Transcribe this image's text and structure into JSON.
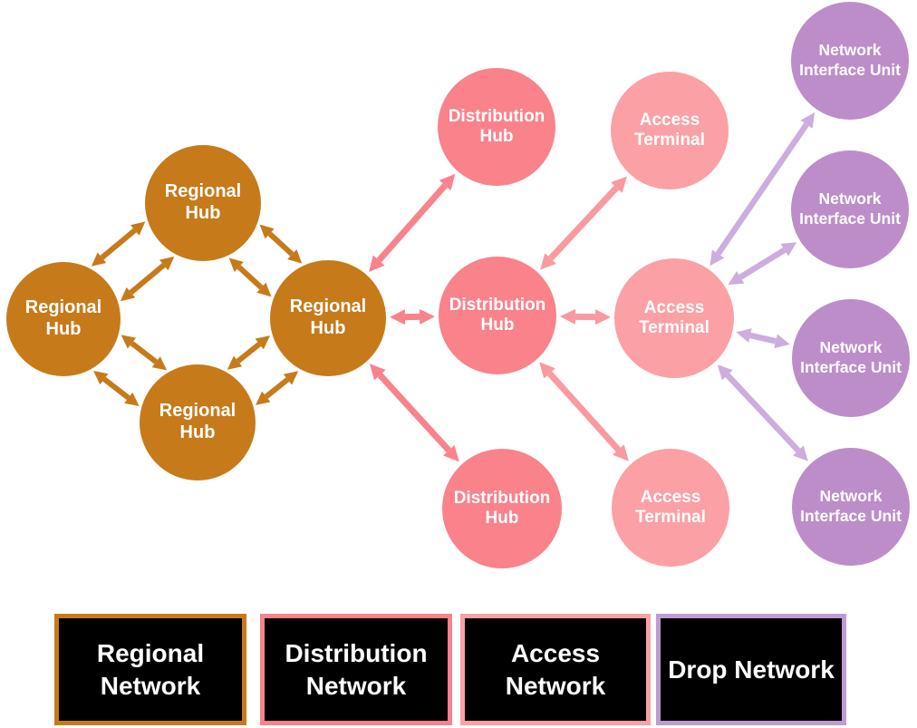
{
  "diagram": {
    "nodes": [
      {
        "id": "rh_left",
        "label": "Regional Hub",
        "type": "regional"
      },
      {
        "id": "rh_top",
        "label": "Regional Hub",
        "type": "regional"
      },
      {
        "id": "rh_bottom",
        "label": "Regional Hub",
        "type": "regional"
      },
      {
        "id": "rh_right",
        "label": "Regional Hub",
        "type": "regional"
      },
      {
        "id": "dh_top",
        "label": "Distribution Hub",
        "type": "distribution"
      },
      {
        "id": "dh_mid",
        "label": "Distribution Hub",
        "type": "distribution"
      },
      {
        "id": "dh_bottom",
        "label": "Distribution Hub",
        "type": "distribution"
      },
      {
        "id": "at_top",
        "label": "Access Terminal",
        "type": "access"
      },
      {
        "id": "at_mid",
        "label": "Access Terminal",
        "type": "access"
      },
      {
        "id": "at_bottom",
        "label": "Access Terminal",
        "type": "access"
      },
      {
        "id": "niu1",
        "label": "Network Interface Unit",
        "type": "niu"
      },
      {
        "id": "niu2",
        "label": "Network Interface Unit",
        "type": "niu"
      },
      {
        "id": "niu3",
        "label": "Network Interface Unit",
        "type": "niu"
      },
      {
        "id": "niu4",
        "label": "Network Interface Unit",
        "type": "niu"
      }
    ],
    "edges": [
      {
        "from": "rh_left",
        "to": "rh_top",
        "network": "regional",
        "double": true
      },
      {
        "from": "rh_left",
        "to": "rh_bottom",
        "network": "regional",
        "double": true
      },
      {
        "from": "rh_top",
        "to": "rh_right",
        "network": "regional",
        "double": true
      },
      {
        "from": "rh_bottom",
        "to": "rh_right",
        "network": "regional",
        "double": true
      },
      {
        "from": "rh_right",
        "to": "dh_top",
        "network": "distribution"
      },
      {
        "from": "rh_right",
        "to": "dh_mid",
        "network": "distribution"
      },
      {
        "from": "rh_right",
        "to": "dh_bottom",
        "network": "distribution"
      },
      {
        "from": "dh_mid",
        "to": "at_top",
        "network": "access"
      },
      {
        "from": "dh_mid",
        "to": "at_mid",
        "network": "access"
      },
      {
        "from": "dh_mid",
        "to": "at_bottom",
        "network": "access"
      },
      {
        "from": "at_mid",
        "to": "niu1",
        "network": "drop"
      },
      {
        "from": "at_mid",
        "to": "niu2",
        "network": "drop"
      },
      {
        "from": "at_mid",
        "to": "niu3",
        "network": "drop"
      },
      {
        "from": "at_mid",
        "to": "niu4",
        "network": "drop"
      }
    ]
  },
  "legend": {
    "items": [
      {
        "label": "Regional Network",
        "color": "#C77A1A"
      },
      {
        "label": "Distribution Network",
        "color": "#F9828B"
      },
      {
        "label": "Access Network",
        "color": "#FBA0A5"
      },
      {
        "label": "Drop Network",
        "color": "#BE9BD1"
      }
    ]
  },
  "colors": {
    "regional": "#C77A1A",
    "distribution": "#F9828B",
    "distribution_arrow": "#F8838C",
    "access": "#FBA0A5",
    "access_arrow": "#FA99A0",
    "niu": "#BD8DC9",
    "drop_arrow": "#CDACDE",
    "label_text": "#FFFFFF",
    "legend_background": "#000000"
  }
}
